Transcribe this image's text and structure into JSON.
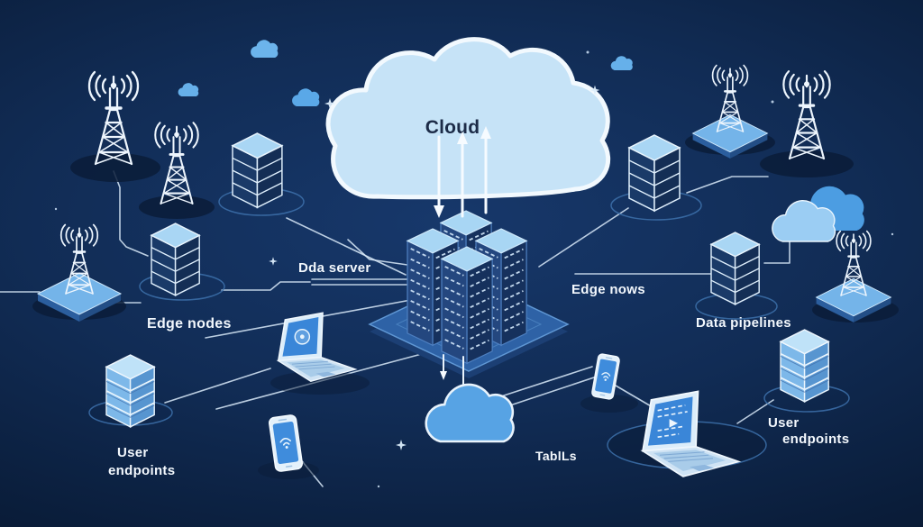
{
  "diagram": {
    "title": "Cloud",
    "labels": {
      "data_server": "Dda server",
      "edge_nodes": "Edge nodes",
      "edge_rows": "Edge nows",
      "data_pipelines": "Data pipelines",
      "tablets": "TablLs",
      "user_endpoints_left": {
        "line1": "User",
        "line2": "endpoints"
      },
      "user_endpoints_right": {
        "line1": "User",
        "line2": "endpoints"
      }
    },
    "colors": {
      "background_outer": "#071226",
      "background_inner": "#17386b",
      "cloud_fill": "#c6e3f7",
      "cloud_stroke": "#f2f9fe",
      "cloud_label_text": "#1c2b47",
      "small_cloud": "#66b0ea",
      "bottom_cloud": "#57a3e4",
      "double_cloud_back": "#4c9de2",
      "double_cloud_front": "#9bcdf3",
      "tower_stroke": "#edf5fd",
      "platform_top": "#2e62a6",
      "platform_side": "#1c3f74",
      "rack_face_left": "#24477f",
      "rack_face_right": "#16315d",
      "rack_top": "#a8d6f4",
      "diamond_top": "#74b4e9",
      "server_blue_face": "#7db8e9",
      "screen_blue": "#3a86d8",
      "connector_line": "#d9eaf9",
      "label_text": "#f3f8fd",
      "ring_stroke": "#3d71ac"
    },
    "icons": {
      "cloud-icon": "cumulus cloud path",
      "cell-tower-icon": "lattice mast with radio-wave arcs",
      "server-rack-icon": "isometric stacked server tower",
      "data-center-icon": "four isometric racks on platform",
      "laptop-icon": "isometric open laptop",
      "smartphone-icon": "rounded phone with wifi glyph",
      "arrow-icon": "straight line with triangle head",
      "sparkle-icon": "four point star"
    }
  }
}
